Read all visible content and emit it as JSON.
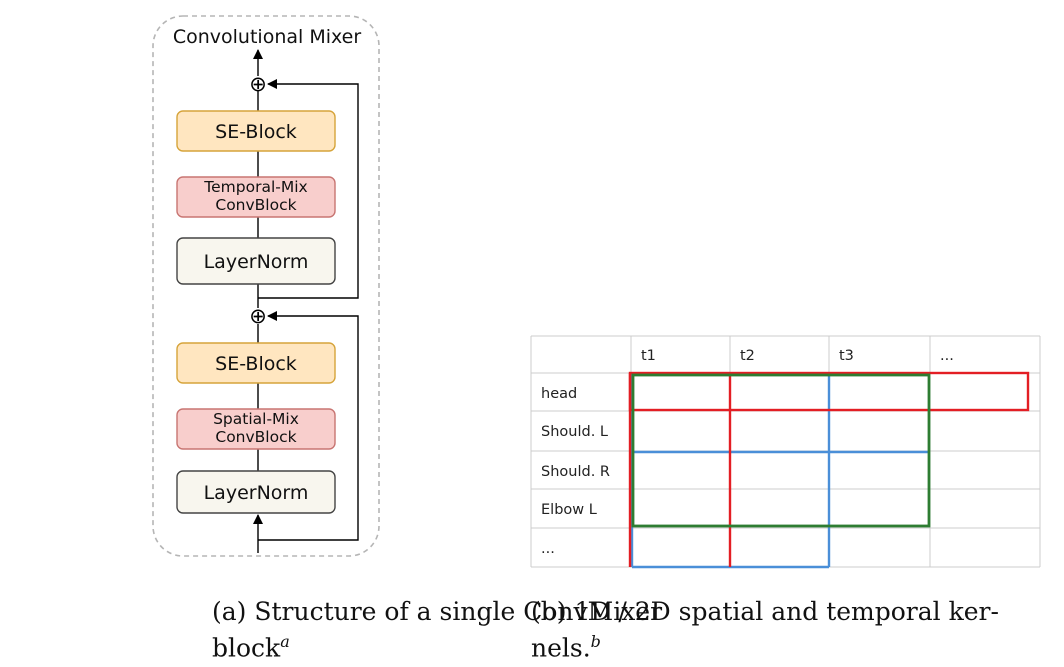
{
  "mixer": {
    "title": "Convolutional Mixer",
    "blocks": [
      {
        "lines": [
          "SE-Block"
        ],
        "fill": "#ffe6c0",
        "stroke": "#d6a43a"
      },
      {
        "lines": [
          "Temporal-Mix",
          "ConvBlock"
        ],
        "fill": "#f8cecc",
        "stroke": "#c87572"
      },
      {
        "lines": [
          "LayerNorm"
        ],
        "fill": "#f8f6ee",
        "stroke": "#444444"
      },
      {
        "lines": [
          "SE-Block"
        ],
        "fill": "#ffe6c0",
        "stroke": "#d6a43a"
      },
      {
        "lines": [
          "Spatial-Mix",
          "ConvBlock"
        ],
        "fill": "#f8cecc",
        "stroke": "#c87572"
      },
      {
        "lines": [
          "LayerNorm"
        ],
        "fill": "#f8f6ee",
        "stroke": "#444444"
      }
    ],
    "add_symbol": "⊕"
  },
  "kernel_grid": {
    "columns": [
      "",
      "t1",
      "t2",
      "t3",
      "..."
    ],
    "rows": [
      "head",
      "Should. L",
      "Should. R",
      "Elbow L",
      "..."
    ],
    "grid_color": "#cccccc",
    "colors": {
      "red": "#e31e24",
      "green": "#2e7d32",
      "blue": "#4a8fd8"
    }
  },
  "captions": {
    "a_line1": "(a) Structure of a single ConvMixer",
    "a_line2": "block",
    "a_sup": "a",
    "b_line1": "(b) 1D / 2D spatial and temporal ker-",
    "b_line2": "nels.",
    "b_sup": "b"
  }
}
